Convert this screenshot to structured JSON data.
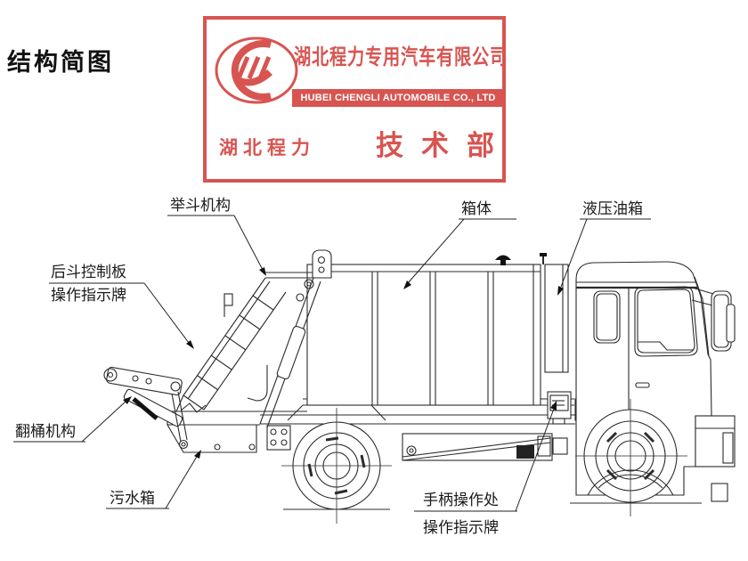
{
  "title": "结构简图",
  "stamp": {
    "company_cn": "湖北程力专用汽车有限公司",
    "company_en": "HUBEI CHENGLI AUTOMOBILE CO., LTD",
    "dept_prefix": "湖北程力",
    "dept_name": "技术部",
    "accent_color": "#d85450"
  },
  "diagram": {
    "labels": {
      "lift_mechanism": "举斗机构",
      "box_body": "箱体",
      "hydraulic_tank": "液压油箱",
      "rear_panel_line1": "后斗控制板",
      "rear_panel_line2": "操作指示牌",
      "bucket_tipper": "翻桶机构",
      "sewage_tank": "污水箱",
      "handle_line1": "手柄操作处",
      "handle_line2": "操作指示牌"
    }
  }
}
